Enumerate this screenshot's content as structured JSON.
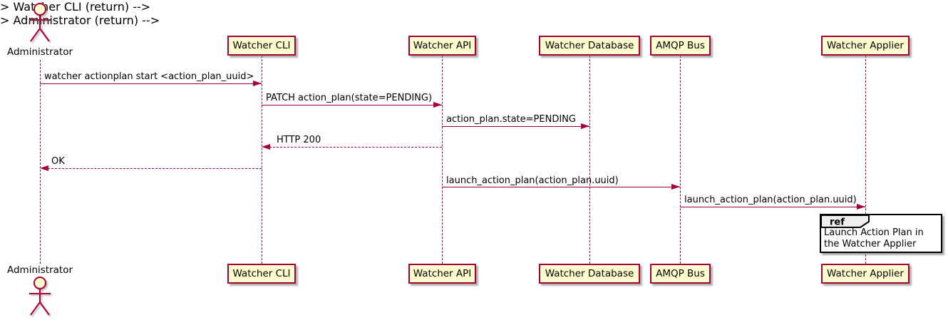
{
  "diagram": {
    "type": "uml-sequence",
    "colors": {
      "line": "#A80036",
      "participant_fill": "#FEFECE",
      "ref_header_fill": "#EEEEEE",
      "ref_border": "#000000",
      "text": "#000000"
    },
    "actor": {
      "label": "Administrator"
    },
    "participants": [
      {
        "label": "Watcher CLI"
      },
      {
        "label": "Watcher API"
      },
      {
        "label": "Watcher Database"
      },
      {
        "label": "AMQP Bus"
      },
      {
        "label": "Watcher Applier"
      }
    ],
    "messages": [
      {
        "text": "watcher actionplan start <action_plan_uuid>",
        "from": "Administrator",
        "to": "Watcher CLI",
        "style": "solid"
      },
      {
        "text": "PATCH action_plan(state=PENDING)",
        "from": "Watcher CLI",
        "to": "Watcher API",
        "style": "solid"
      },
      {
        "text": "action_plan.state=PENDING",
        "from": "Watcher API",
        "to": "Watcher Database",
        "style": "solid"
      },
      {
        "text": "HTTP 200",
        "from": "Watcher API",
        "to": "Watcher CLI",
        "style": "dashed"
      },
      {
        "text": "OK",
        "from": "Watcher CLI",
        "to": "Administrator",
        "style": "dashed"
      },
      {
        "text": "launch_action_plan(action_plan.uuid)",
        "from": "Watcher API",
        "to": "AMQP Bus",
        "style": "solid"
      },
      {
        "text": "launch_action_plan(action_plan.uuid)",
        "from": "AMQP Bus",
        "to": "Watcher Applier",
        "style": "solid"
      }
    ],
    "ref": {
      "keyword": "ref",
      "text": "Launch Action Plan in the Watcher Applier"
    }
  }
}
